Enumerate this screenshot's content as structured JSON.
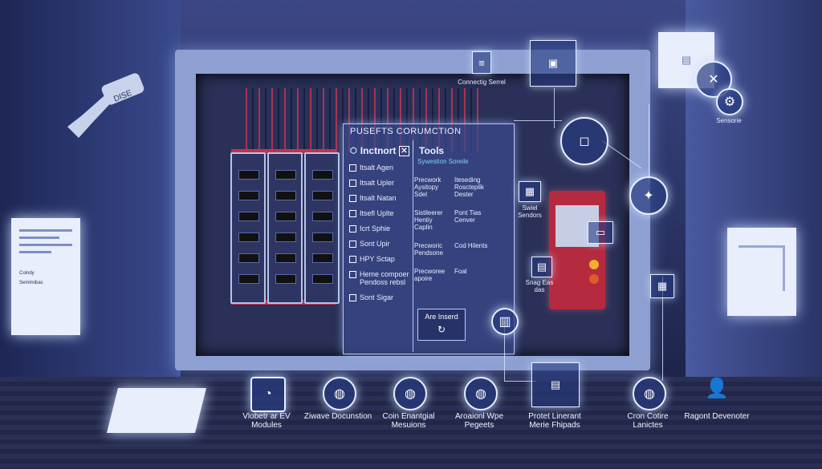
{
  "callouts": {
    "connecting_server": "Connectig Serrel",
    "sensor": "Sensorie",
    "swiel": "Swiel Sendors",
    "snag": "Snag Eas das"
  },
  "panel": {
    "header": "PUSEFTS CORUMCTION",
    "left_title": "Inctnort",
    "right_title": "Tools",
    "right_subtitle": "Sywestion Soreile",
    "checklist": [
      "Itsalt Agen",
      "Itsalt Upler",
      "Itsalt Natan",
      "Itsefl Uplte",
      "Icrt Sphie",
      "Sont Upir",
      "HPY Sctap",
      "Heme compoer Pendoss rebsl",
      "Sont Sigar"
    ],
    "tools": [
      [
        "Precwork Aysitopy Sdel",
        "Iteseding Roscteplik Dester"
      ],
      [
        "Sistileerer Hentiy Caplin",
        "Pont Tias Cenver"
      ],
      [
        "Precworic Pendsone",
        "Cod Hilents"
      ],
      [
        "Precworee apoire",
        "Foal"
      ]
    ],
    "button_label": "Are Inserd"
  },
  "bottom_labels": [
    "Vlobetr ar EV Modules",
    "Ziwave Docunstion",
    "Coin Enantgial Mesuions",
    "Aroaionl Wpe Pegeets",
    "Protet Linerant Merie Fhipads",
    "Cron Cotire Lanictes",
    "Ragont Devenoter"
  ],
  "left_card": {
    "lines": [
      "Coindy",
      "Semlmibas"
    ]
  },
  "icons": {
    "wrench": "wrench-icon",
    "router": "router-icon",
    "monitor": "monitor-icon",
    "globe": "globe-icon",
    "person": "person-icon",
    "document": "document-icon",
    "network": "network-icon"
  },
  "colors": {
    "accent_red": "#c2334b",
    "glow": "#d9e4ff",
    "panel": "#3c4a8c"
  }
}
